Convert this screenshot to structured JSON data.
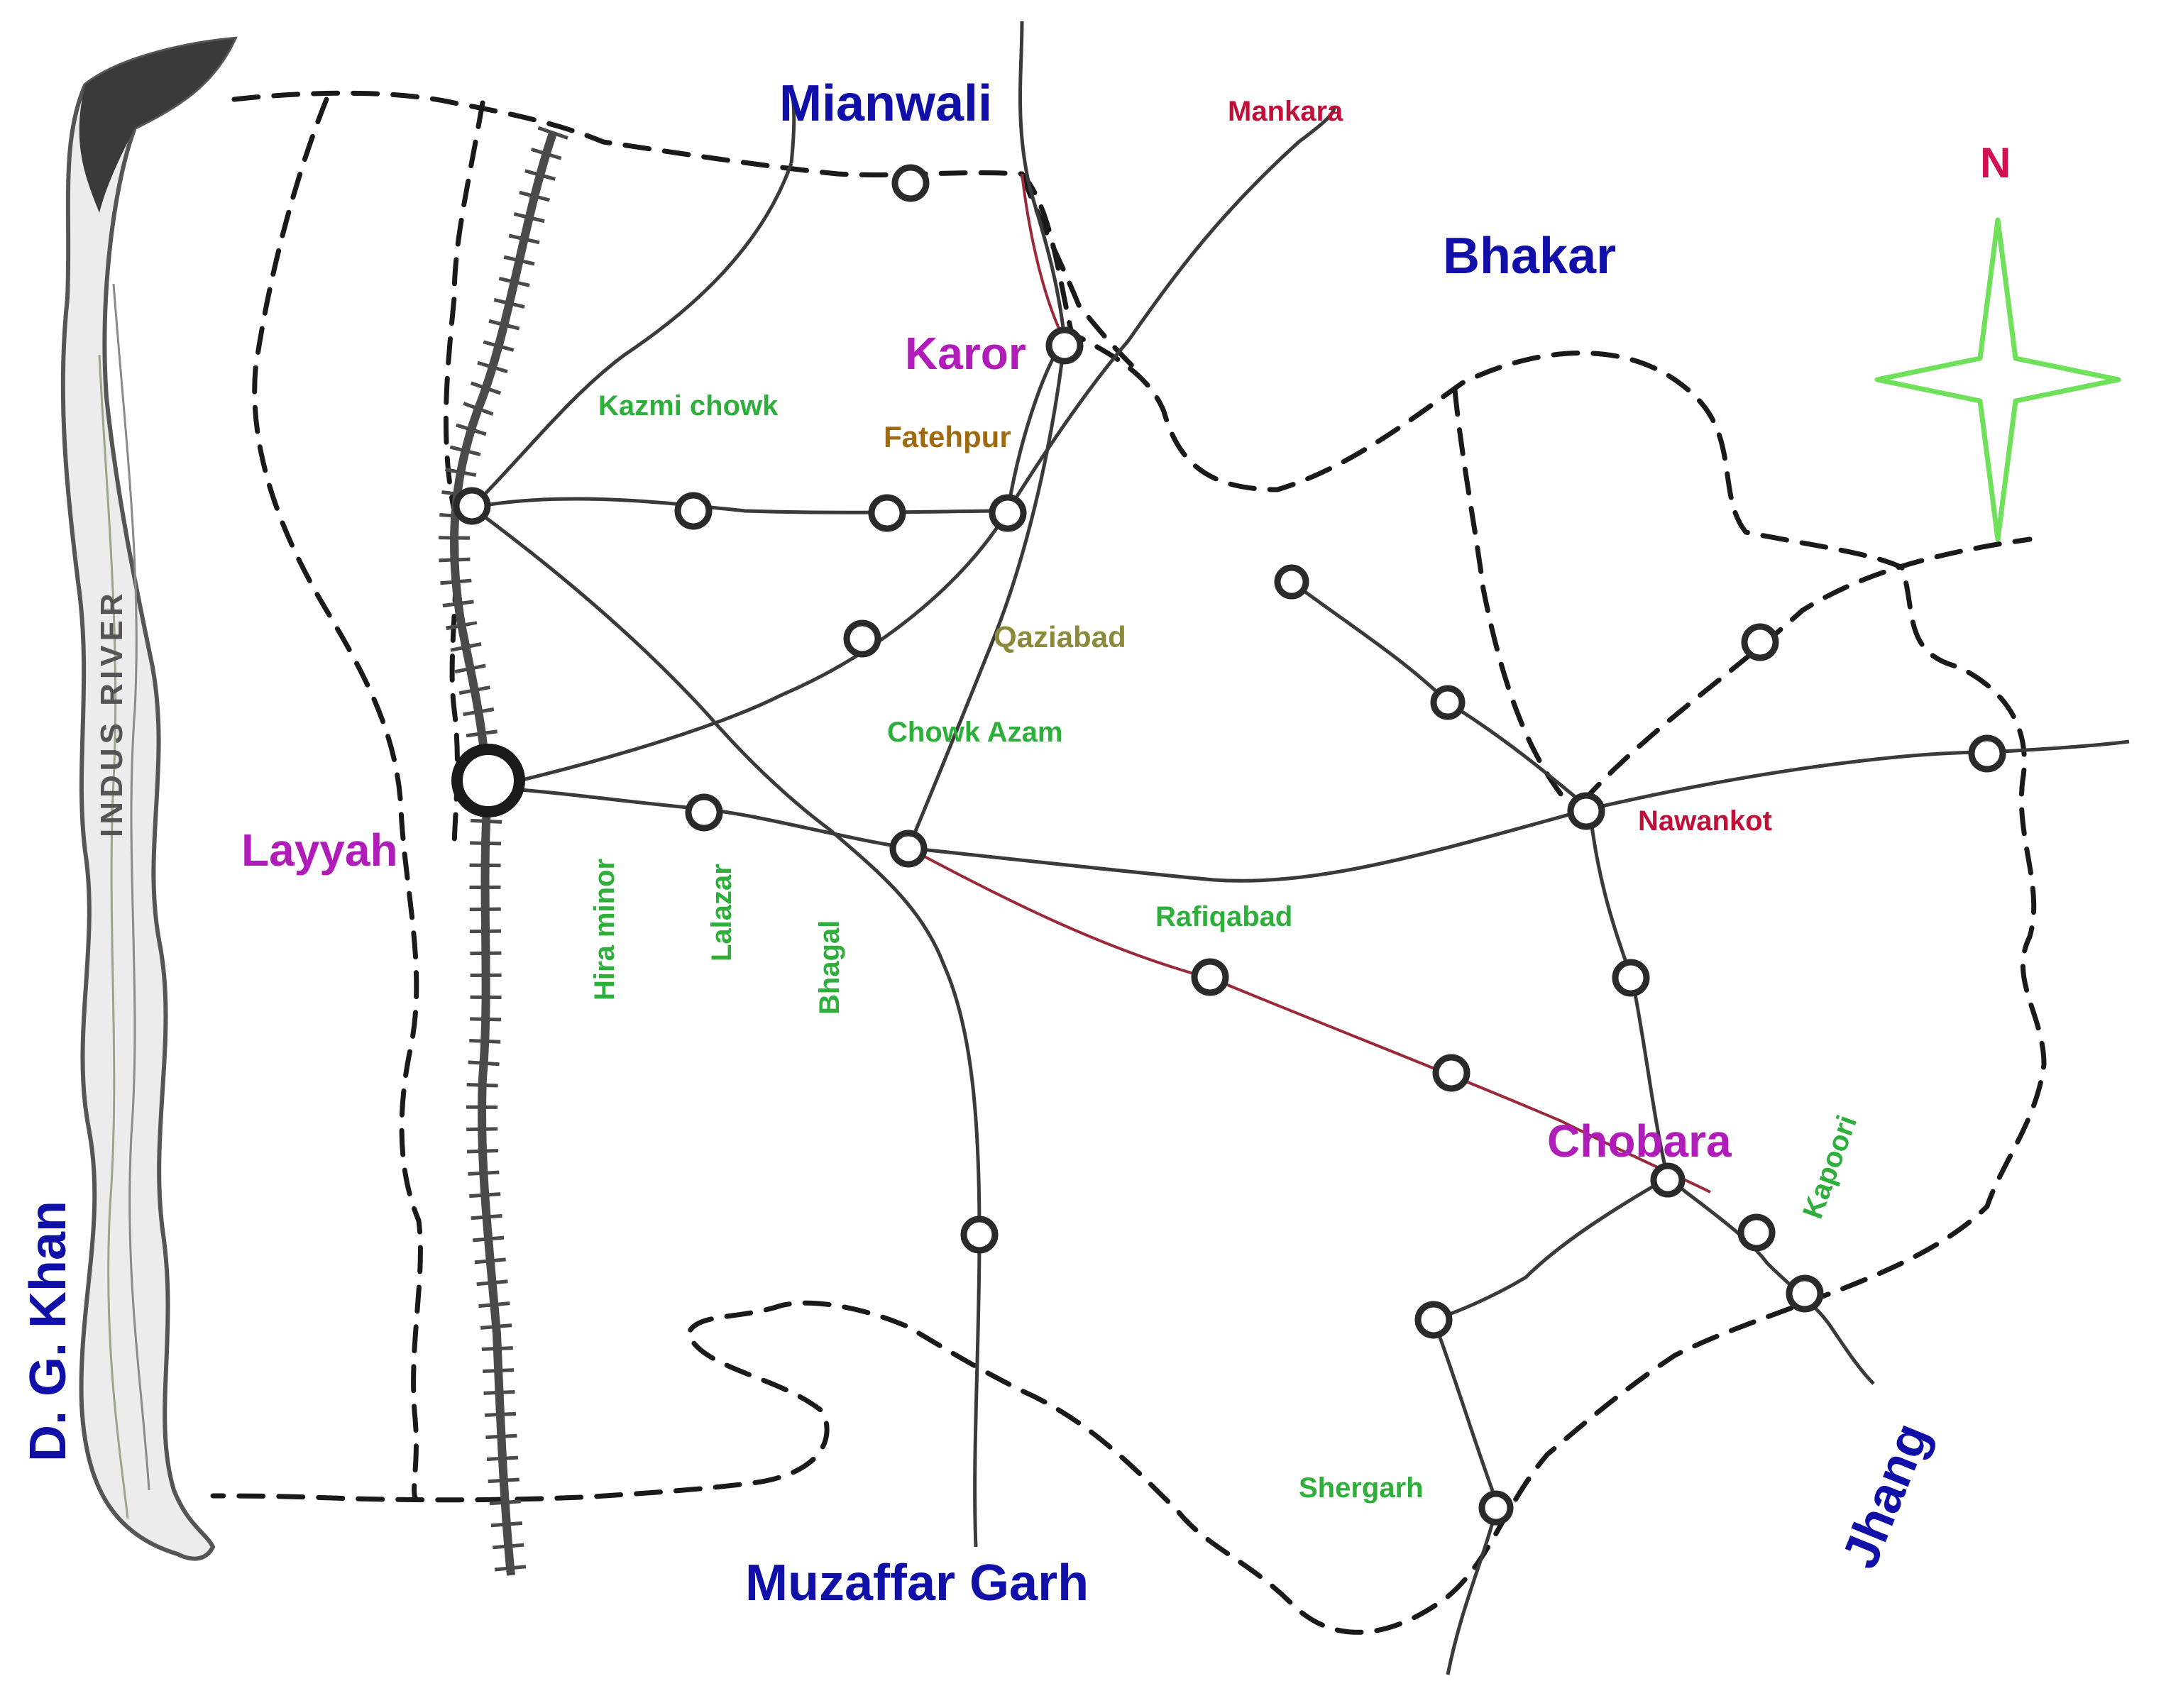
{
  "map": {
    "districts": {
      "mianwali": "Mianwali",
      "bhakar": "Bhakar",
      "dg_khan": "D. G. Khan",
      "muzaffar_garh": "Muzaffar Garh",
      "jhang": "Jhang"
    },
    "towns": {
      "layyah": "Layyah",
      "karor": "Karor",
      "chobara": "Chobara",
      "kazmi_chowk": "Kazmi chowk",
      "fatehpur": "Fatehpur",
      "qaziabad": "Qaziabad",
      "chowk_azam": "Chowk Azam",
      "hira_minor": "Hira minor",
      "lalazar": "Lalazar",
      "bhagal": "Bhagal",
      "rafiqabad": "Rafiqabad",
      "nawankot": "Nawankot",
      "kapoori": "Kapoori",
      "shergarh": "Shergarh",
      "mankara": "Mankara"
    },
    "river": "INDUS RIVER",
    "north": "N",
    "colors": {
      "district": "#1010a8",
      "major_town": "#b01cb8",
      "minor_town": "#2eae3a",
      "red_town": "#c0103a",
      "compass": "#6ee05a"
    },
    "icons": {
      "compass": "north-arrow-icon",
      "node": "town-node-icon"
    }
  }
}
